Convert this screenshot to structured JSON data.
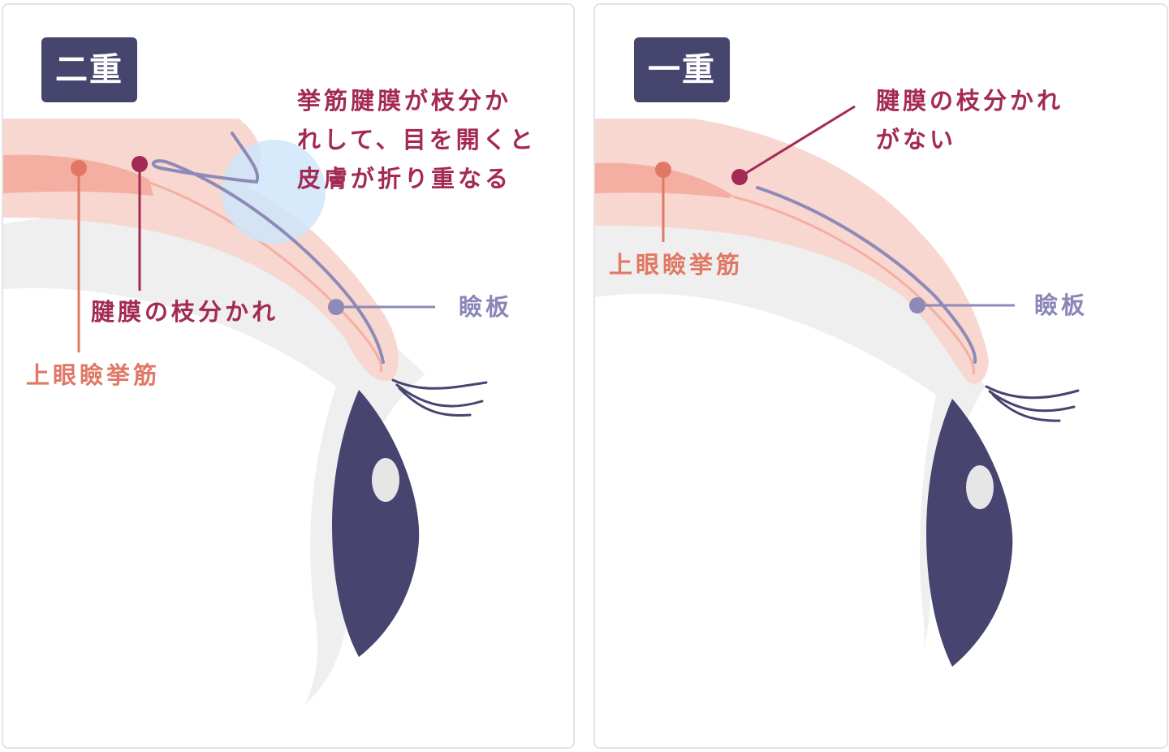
{
  "colors": {
    "badge_bg": "#46456e",
    "tendon_label": "#a32a55",
    "muscle_label": "#e07865",
    "tarsus_label": "#8a86b8",
    "skin": "#f7d7d0",
    "muscle": "#f5aea2",
    "tarsus_line": "#8e8ab8",
    "sclera": "#eeefee",
    "iris": "#47446f",
    "highlight": "#e6e6e6",
    "fold_circle": "#cfe6fb"
  },
  "panels": [
    {
      "title": "二重",
      "labels": {
        "tendon_branch_note": [
          "挙筋腱膜が枝分か",
          "れして、目を開くと",
          "皮膚が折り重なる"
        ],
        "tendon_branch": "腱膜の枝分かれ",
        "levator": "上眼瞼挙筋",
        "tarsus": "瞼板"
      }
    },
    {
      "title": "一重",
      "labels": {
        "no_branch_note": [
          "腱膜の枝分かれ",
          "がない"
        ],
        "levator": "上眼瞼挙筋",
        "tarsus": "瞼板"
      }
    }
  ]
}
